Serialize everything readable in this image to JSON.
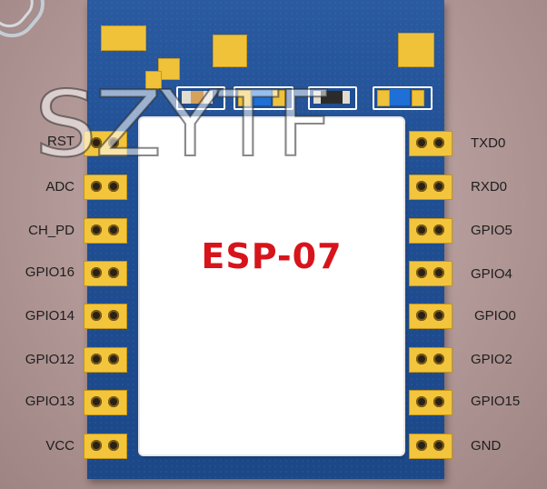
{
  "module": {
    "title": "ESP-07"
  },
  "watermark": "SZYTF",
  "left_pins": [
    "RST",
    "ADC",
    "CH_PD",
    "GPIO16",
    "GPIO14",
    "GPIO12",
    "GPIO13",
    "VCC"
  ],
  "right_pins": [
    "TXD0",
    "RXD0",
    "GPIO5",
    "GPIO4",
    "GPIO0",
    "GPIO2",
    "GPIO15",
    "GND"
  ],
  "colors": {
    "pcb": "#2a5aa0",
    "shield": "#ffffff",
    "title": "#d7141b",
    "pad": "#f0c23a"
  }
}
